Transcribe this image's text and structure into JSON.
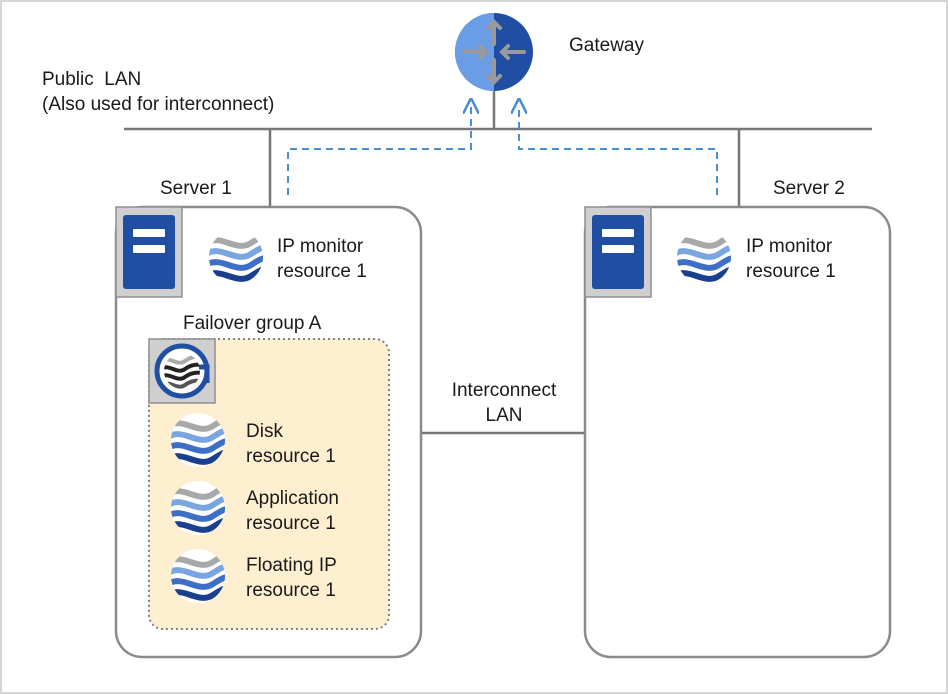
{
  "gateway": {
    "label": "Gateway",
    "icon": "router-icon"
  },
  "public_lan": {
    "line1": "Public  LAN",
    "line2": "(Also used for interconnect)"
  },
  "interconnect": {
    "line1": "Interconnect",
    "line2": "LAN"
  },
  "server1": {
    "label": "Server 1",
    "ip_monitor": {
      "line1": "IP monitor",
      "line2": "resource 1"
    },
    "failover_group": {
      "label": "Failover group A",
      "resources": [
        {
          "line1": "Disk",
          "line2": "resource 1"
        },
        {
          "line1": "Application",
          "line2": "resource 1"
        },
        {
          "line1": "Floating IP",
          "line2": "resource 1"
        }
      ]
    }
  },
  "server2": {
    "label": "Server 2",
    "ip_monitor": {
      "line1": "IP monitor",
      "line2": "resource 1"
    }
  },
  "colors": {
    "line": "#777777",
    "dashed": "#4a90d0",
    "group_fill": "#fdefd0",
    "server_icon": "#1f4ea3"
  }
}
